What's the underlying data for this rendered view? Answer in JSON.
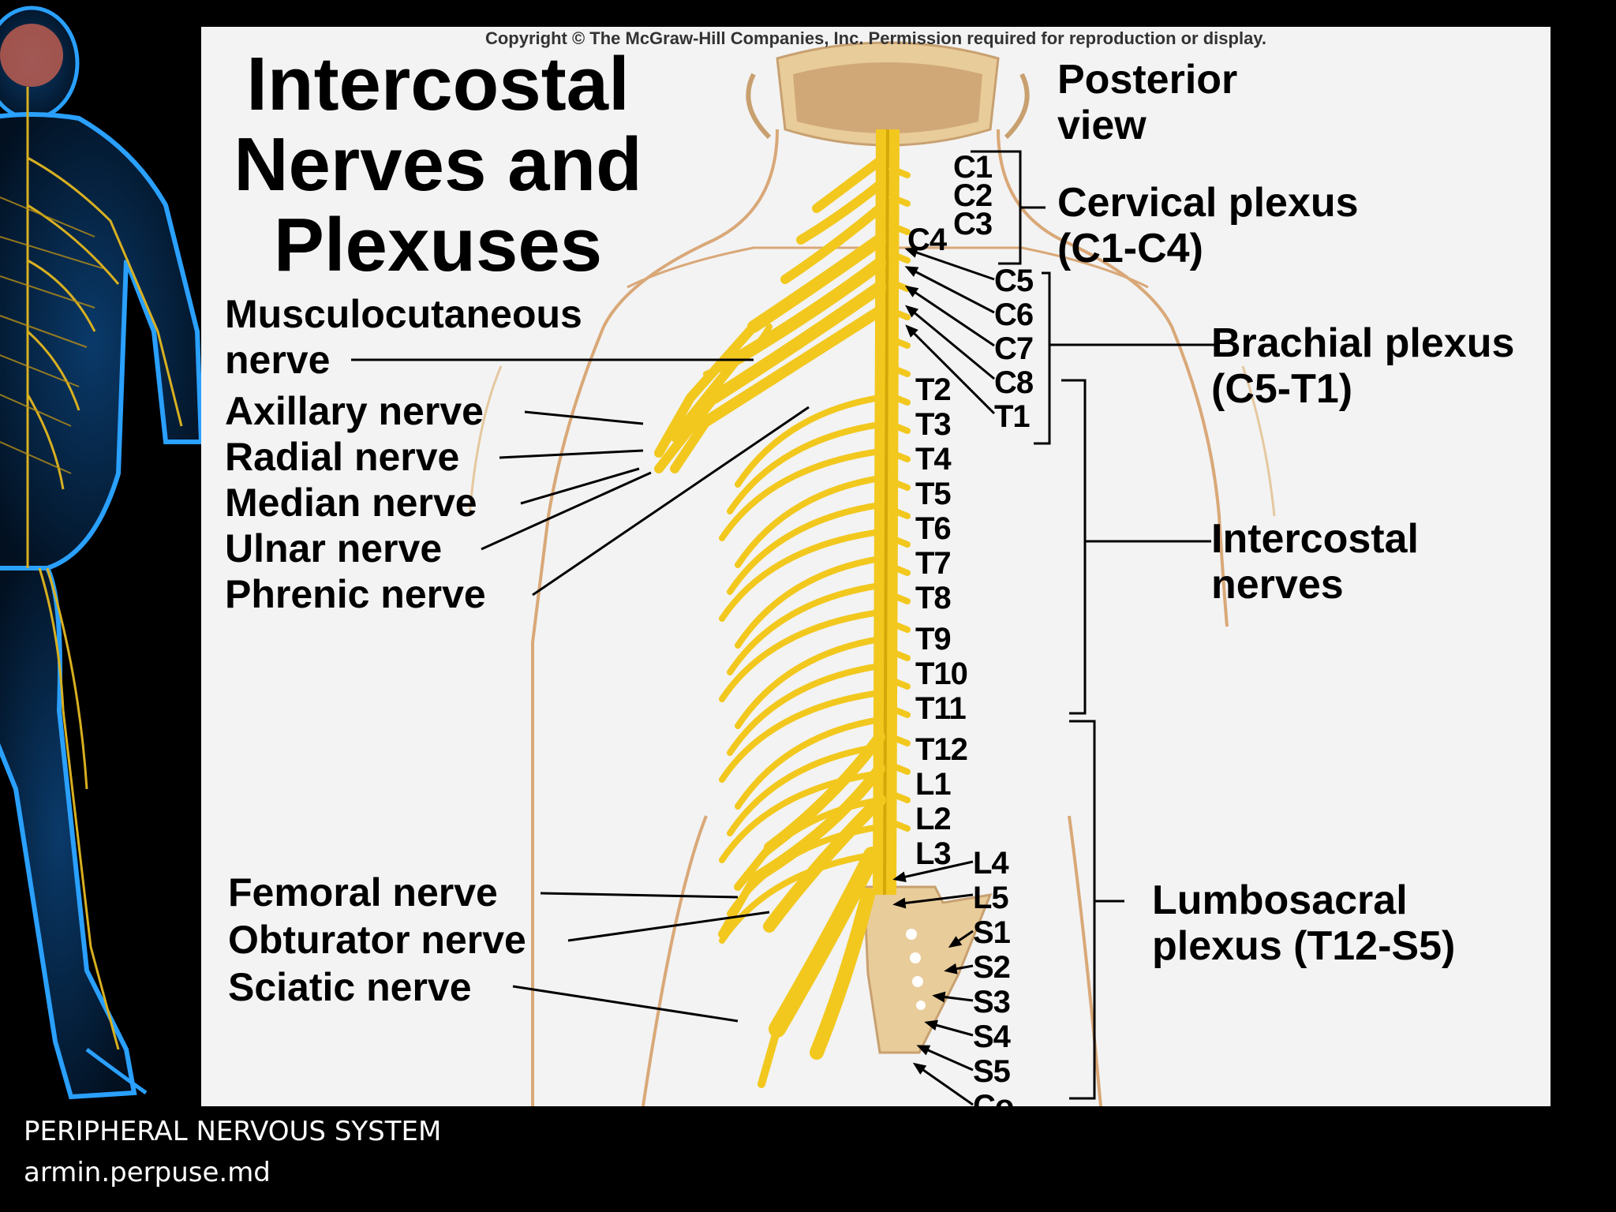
{
  "copyright": "Copyright © The McGraw-Hill Companies, Inc. Permission required for reproduction or display.",
  "title_lines": [
    "Intercostal",
    "Nerves and",
    "Plexuses"
  ],
  "view_label": [
    "Posterior",
    "view"
  ],
  "left_labels": {
    "musculocutaneous": [
      "Musculocutaneous",
      "nerve"
    ],
    "axillary": "Axillary nerve",
    "radial": "Radial nerve",
    "median": "Median nerve",
    "ulnar": "Ulnar nerve",
    "phrenic": "Phrenic nerve",
    "femoral": "Femoral nerve",
    "obturator": "Obturator nerve",
    "sciatic": "Sciatic nerve"
  },
  "right_labels": {
    "cervical": [
      "Cervical plexus",
      "(C1-C4)"
    ],
    "brachial": [
      "Brachial plexus",
      "(C5-T1)"
    ],
    "intercostal": [
      "Intercostal",
      "nerves"
    ],
    "lumbosacral": [
      "Lumbosacral",
      "plexus (T12-S5)"
    ]
  },
  "segments": {
    "c1": "C1",
    "c2": "C2",
    "c3": "C3",
    "c4": "C4",
    "c5": "C5",
    "c6": "C6",
    "c7": "C7",
    "c8": "C8",
    "t1": "T1",
    "t2": "T2",
    "t3": "T3",
    "t4": "T4",
    "t5": "T5",
    "t6": "T6",
    "t7": "T7",
    "t8": "T8",
    "t9": "T9",
    "t10": "T10",
    "t11": "T11",
    "t12": "T12",
    "l1": "L1",
    "l2": "L2",
    "l3": "L3",
    "l4": "L4",
    "l5": "L5",
    "s1": "S1",
    "s2": "S2",
    "s3": "S3",
    "s4": "S4",
    "s5": "S5",
    "co": "Co"
  },
  "footer": {
    "heading": "PERIPHERAL NERVOUS SYSTEM",
    "author": "armin.perpuse.md"
  },
  "colors": {
    "nerve": "#f2c81e",
    "nerve_dark": "#c99a00",
    "skin": "#f6d8b0",
    "outline": "#d9a878",
    "bone": "#e8cc9a",
    "panel": "#f3f3f3",
    "body_glow": "#1e90ff"
  }
}
